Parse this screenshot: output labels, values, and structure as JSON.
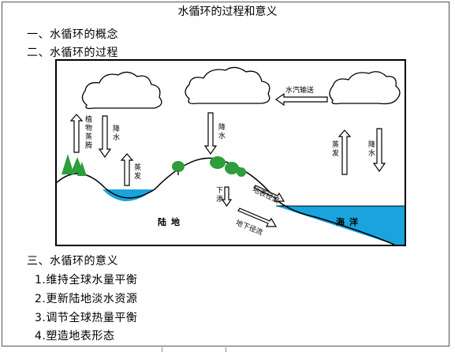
{
  "document": {
    "title": "水循环的过程和意义",
    "section1": "一、水循环的概念",
    "section2": "二、水循环的过程",
    "section3": "三、水循环的意义",
    "meanings": [
      "1.维持全球水量平衡",
      "2.更新陆地淡水资源",
      "3.调节全球热量平衡",
      "4.塑造地表形态"
    ]
  },
  "diagram": {
    "labels": {
      "transpiration": "植物蒸腾",
      "precip_left": "降水",
      "evap_left": "蒸发",
      "precip_mid": "降水",
      "vapor_transport": "水汽输送",
      "evap_right": "蒸发",
      "precip_right": "降水",
      "infiltration": "下渗",
      "surface_runoff": "地表径流",
      "groundwater_runoff": "地下径流",
      "land": "陆地",
      "ocean": "海洋"
    },
    "colors": {
      "water": "#1aa3dc",
      "tree": "#2e9e3a",
      "line": "#000000"
    }
  }
}
